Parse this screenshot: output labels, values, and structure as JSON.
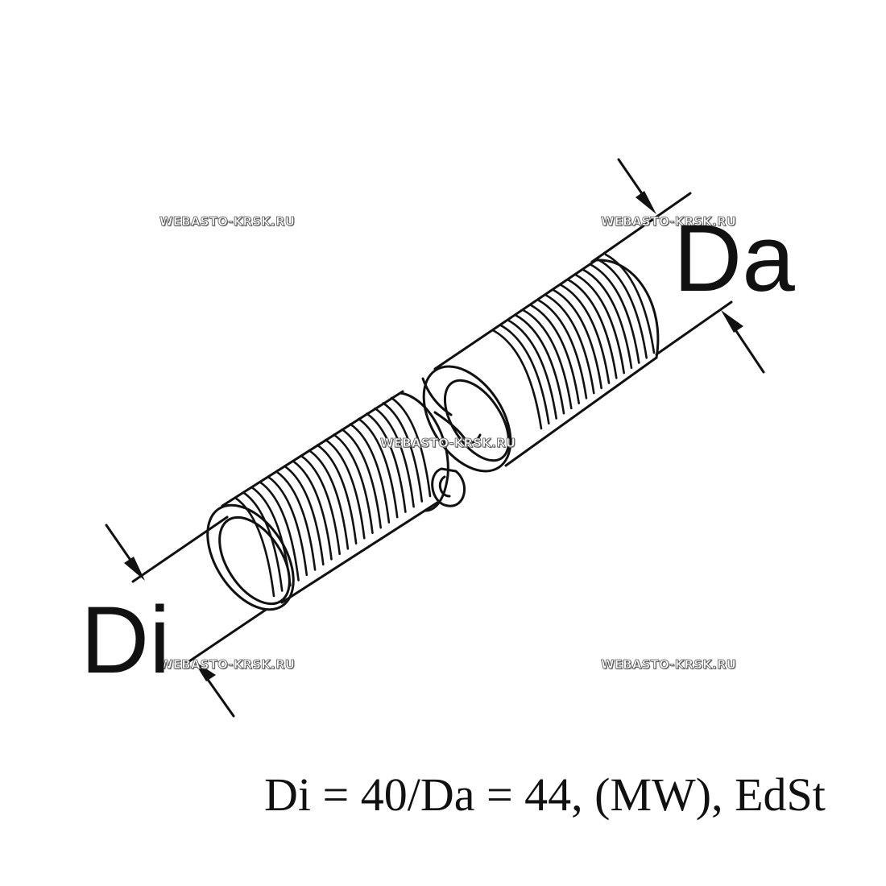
{
  "diagram": {
    "labels": {
      "outer_diameter": "Da",
      "inner_diameter": "Di"
    },
    "caption": "Di = 40/Da = 44, (MW), EdSt",
    "watermark": "WEBASTO-KRSK.RU",
    "colors": {
      "line": "#111111",
      "background": "#ffffff"
    }
  }
}
